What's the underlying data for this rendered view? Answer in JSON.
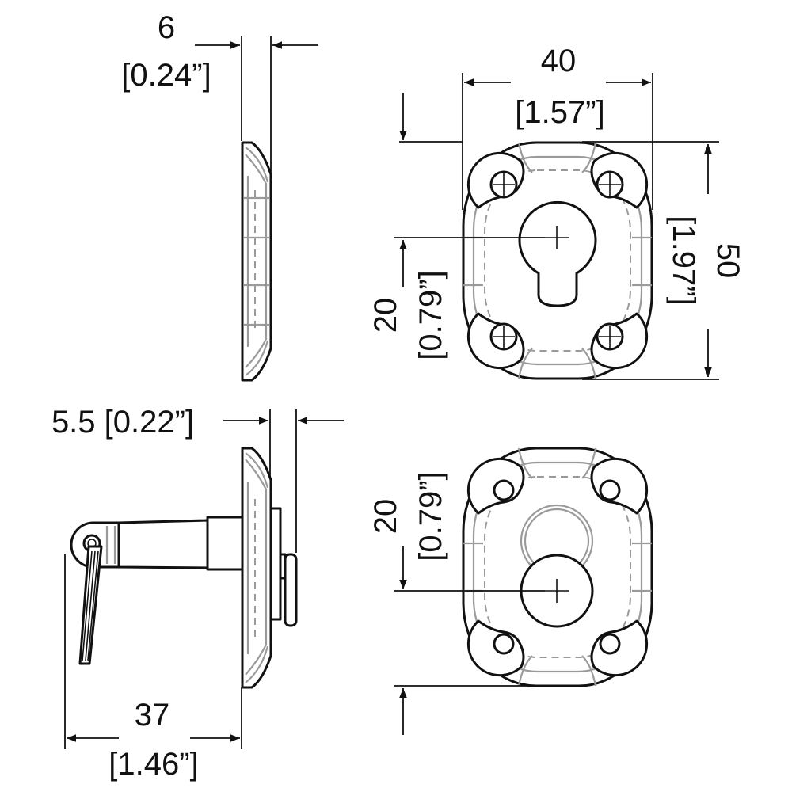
{
  "dimensions": {
    "side_thickness": {
      "mm": "6",
      "inch": "[0.24”]"
    },
    "width": {
      "mm": "40",
      "inch": "[1.57”]"
    },
    "height": {
      "mm": "50",
      "inch": "[1.97”]"
    },
    "front_offset": {
      "mm": "20",
      "inch": "[0.79”]"
    },
    "pin_protrusion": {
      "label": "5.5 [0.22”]"
    },
    "pin_length": {
      "mm": "37",
      "inch": "[1.46”]"
    },
    "rear_offset": {
      "mm": "20",
      "inch": "[0.79”]"
    }
  }
}
